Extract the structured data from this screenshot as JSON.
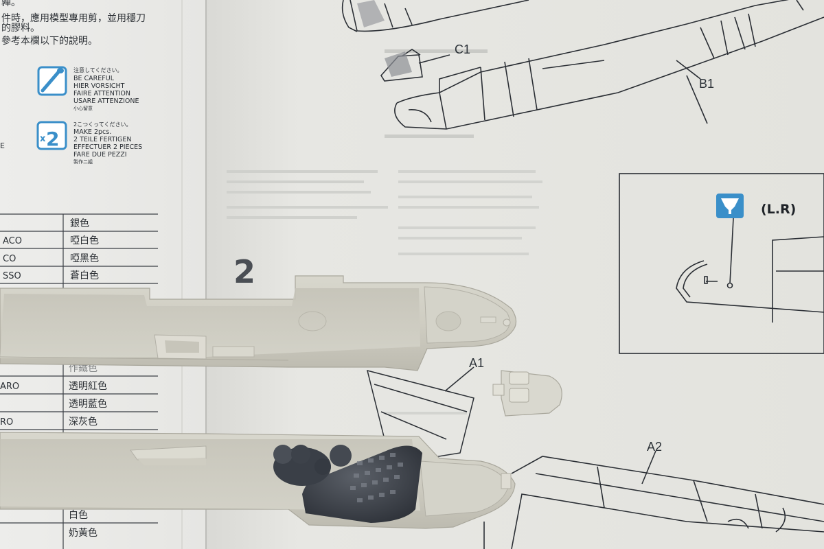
{
  "left_page": {
    "instruction_lines": [
      "亸。",
      "件時，應用模型專用剪，並用穩刀",
      "的膠料。",
      "參考本欄以下的說明。"
    ],
    "careful_icon": "brush-warning-icon",
    "careful_lines": [
      "注意してください。",
      "BE CAREFUL",
      "HIER VORSICHT",
      "FAIRE ATTENTION",
      "USARE ATTENZIONE",
      "小心留意"
    ],
    "make2_icon": "x2-make-two-icon",
    "make2_lines": [
      "2こつくってください。",
      "MAKE 2pcs.",
      "2 TEILE FERTIGEN",
      "EFFECTUER 2 PIECES",
      "FARE DUE PEZZI",
      "製作二組"
    ],
    "fragment_e": "E",
    "color_rows_top": [
      {
        "left": "",
        "right": "銀色"
      },
      {
        "left": "ACO",
        "right": "啞白色"
      },
      {
        "left": "CO",
        "right": "啞黑色"
      },
      {
        "left": "SSO",
        "right": "蒼白色"
      }
    ],
    "color_rows_bottom": [
      {
        "left": "",
        "right": "作鐵色"
      },
      {
        "left": "ARO",
        "right": "透明紅色"
      },
      {
        "left": "",
        "right": "透明藍色"
      },
      {
        "left": "RO",
        "right": "深灰色"
      },
      {
        "left": "",
        "right": "白色"
      },
      {
        "left": "",
        "right": "奶黃色"
      }
    ]
  },
  "right_page": {
    "step_number": "2",
    "part_labels": [
      "C1",
      "B1",
      "A1",
      "A2"
    ],
    "inset_label": "(L.R)",
    "inset_icon": "drill-hole-icon"
  },
  "colors": {
    "paper": "#e9e8e3",
    "ink": "#1f2328",
    "plastic": "#d2d0c6",
    "icon_blue": "#3a8fc9",
    "resin_cockpit": "#3d424b"
  }
}
